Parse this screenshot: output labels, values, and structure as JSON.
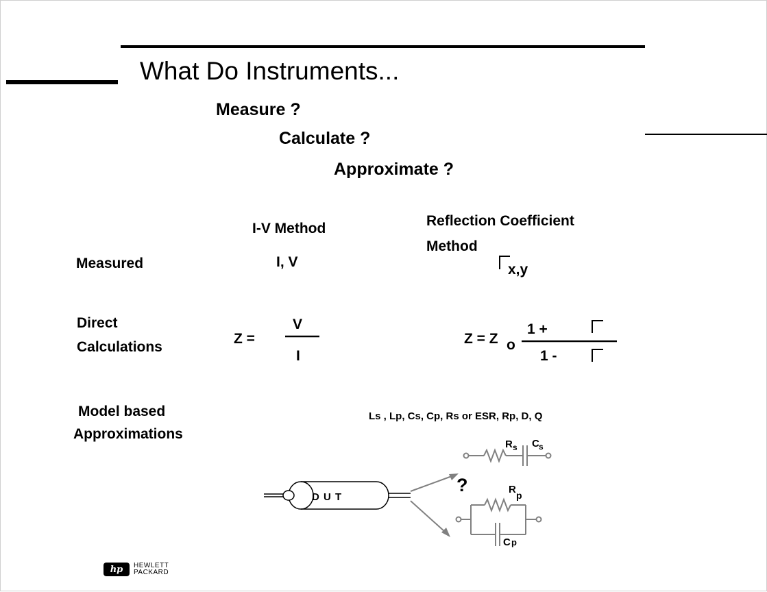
{
  "slide": {
    "title": "What Do Instruments...",
    "subtitles": [
      "Measure ?",
      "Calculate ?",
      "Approximate ?"
    ],
    "columns": {
      "iv_method": "I-V Method",
      "reflection_method_line1": "Reflection Coefficient",
      "reflection_method_line2": "Method"
    },
    "rows": {
      "measured_label": "Measured",
      "measured_iv": "I, V",
      "measured_rc_subscript": "x,y",
      "direct_label_line1": "Direct",
      "direct_label_line2": "Calculations",
      "z_equals": "Z =",
      "iv_numerator": "V",
      "iv_denominator": "I",
      "rc_z_equals": "Z = Z",
      "rc_z_subscript": "o",
      "rc_numerator": "1 +",
      "rc_denominator": "1 -",
      "model_label_line1": "Model based",
      "model_label_line2": "Approximations"
    },
    "parameters": "Ls , Lp, Cs, Cp, Rs or ESR, Rp, D, Q",
    "dut_label": "D U T",
    "question_mark": "?",
    "series_model": {
      "r_label": "R",
      "r_sub": "s",
      "c_label": "C",
      "c_sub": "s"
    },
    "parallel_model": {
      "r_label": "R",
      "r_sub": "p",
      "c_label": "C",
      "c_sub": "p"
    },
    "logo": {
      "mark": "hp",
      "line1": "HEWLETT",
      "line2": "PACKARD"
    }
  }
}
